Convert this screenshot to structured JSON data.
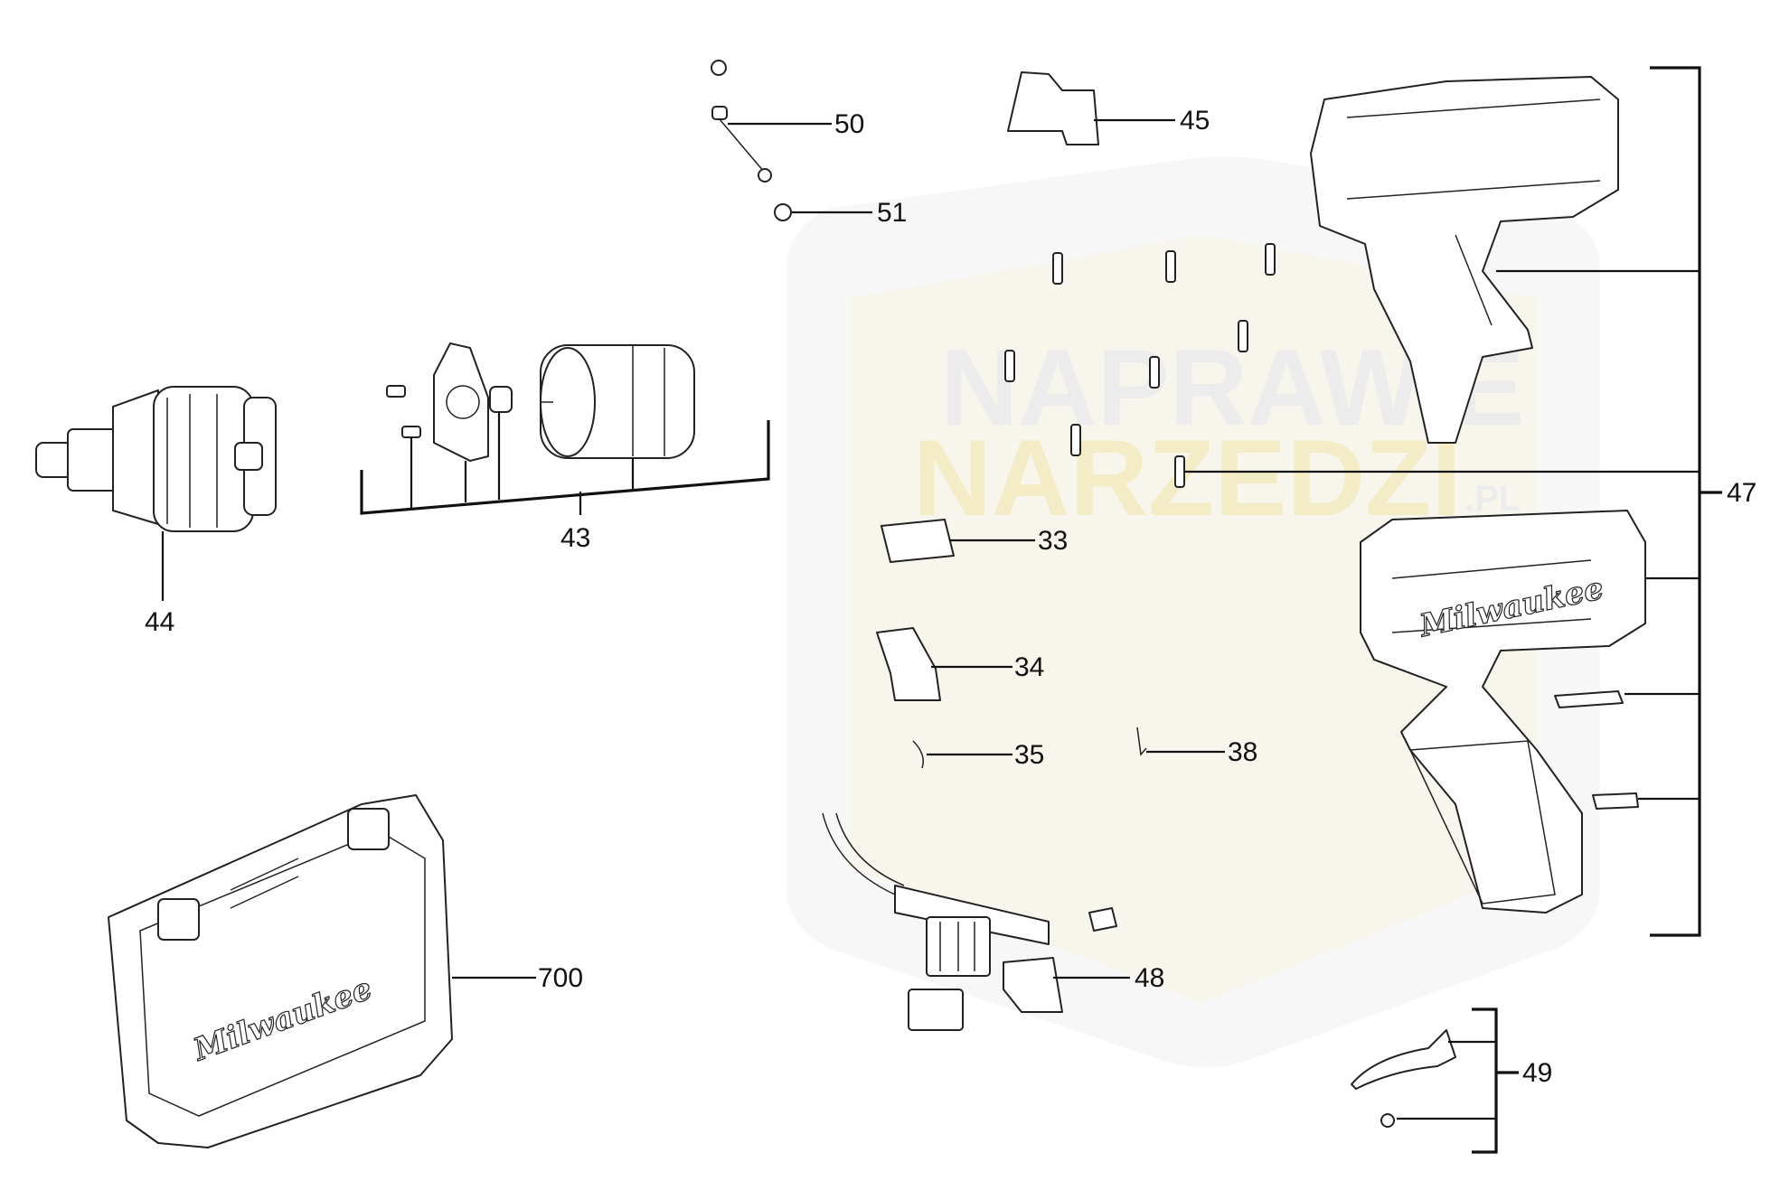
{
  "watermark": {
    "line1": "NAPRAWIE",
    "line2": "NARZEDZI",
    "suffix": ".PL"
  },
  "parts": {
    "p33": "33",
    "p34": "34",
    "p35": "35",
    "p38": "38",
    "p43": "43",
    "p44": "44",
    "p45": "45",
    "p47": "47",
    "p48": "48",
    "p49": "49",
    "p50": "50",
    "p51": "51",
    "p700": "700"
  },
  "brand": {
    "housing_logo": "Milwaukee",
    "case_logo": "Milwaukee"
  }
}
